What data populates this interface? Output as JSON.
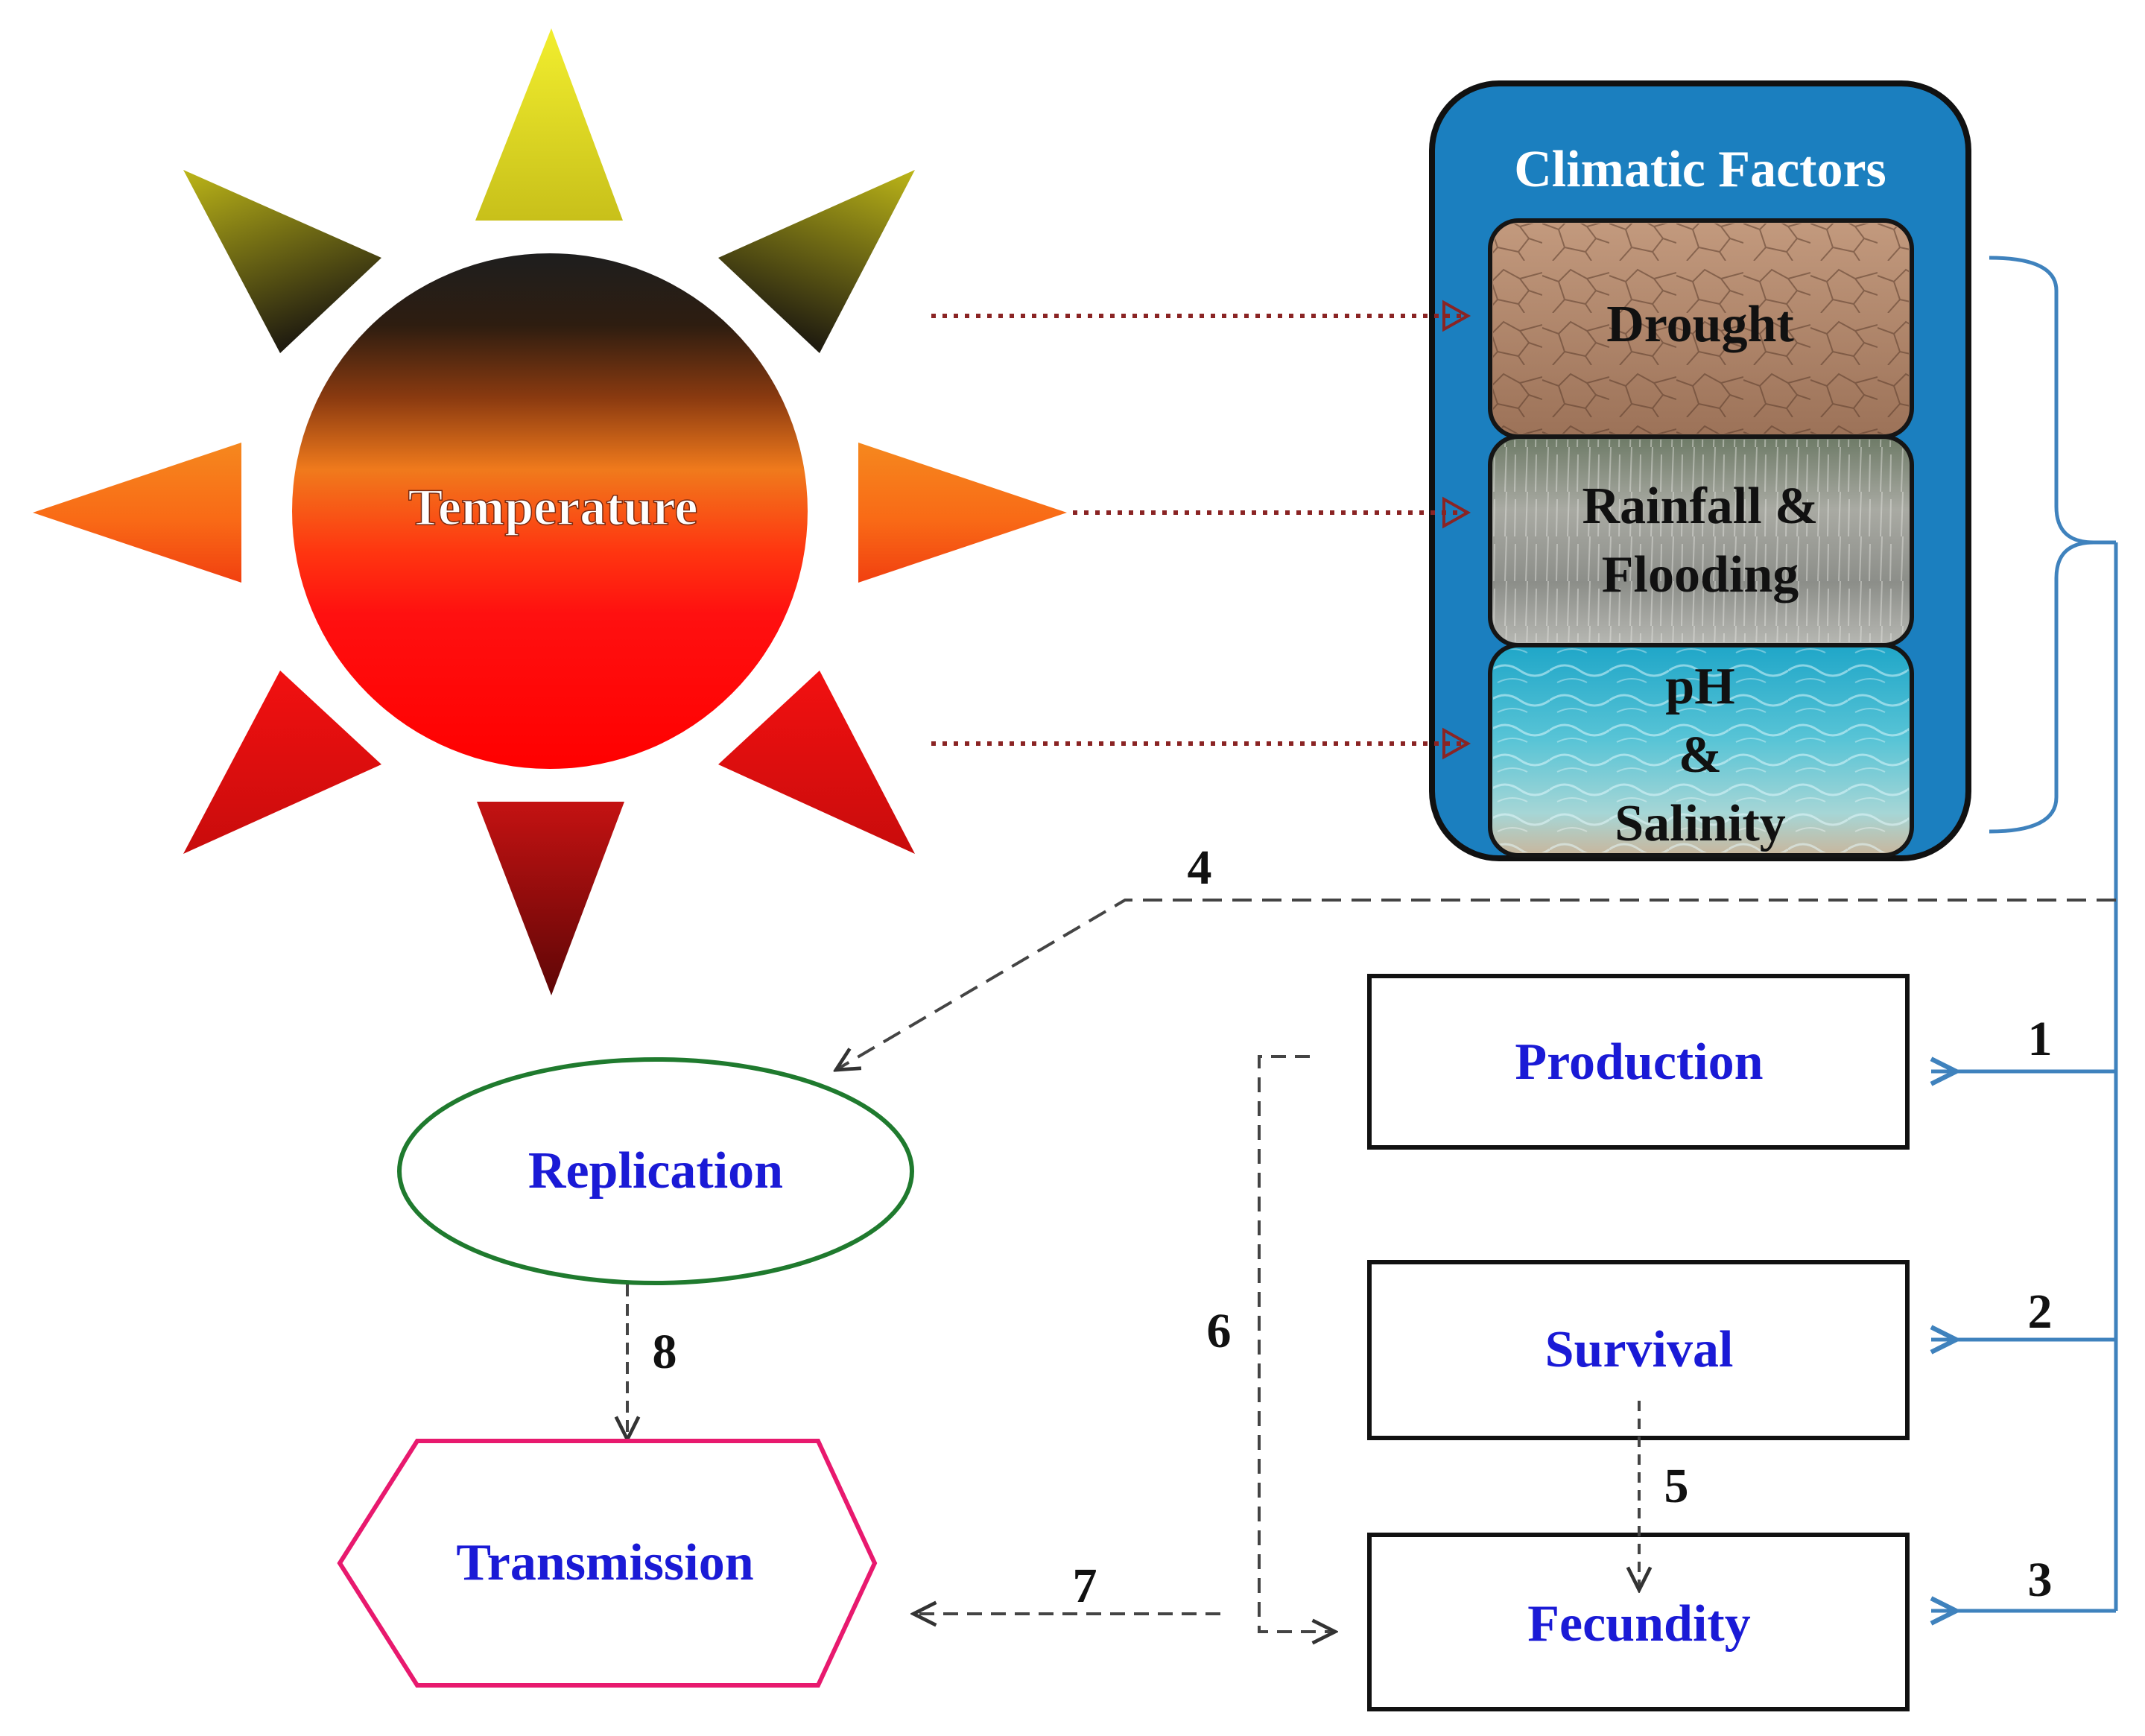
{
  "sun": {
    "label": "Temperature"
  },
  "climatic_factors": {
    "title": "Climatic Factors",
    "drought": "Drought",
    "rainfall_line1": "Rainfall &",
    "rainfall_line2": "Flooding",
    "ph_line1": "pH",
    "ph_line2": "&",
    "ph_line3": "Salinity"
  },
  "nodes": {
    "production": "Production",
    "survival": "Survival",
    "fecundity": "Fecundity",
    "replication": "Replication",
    "transmission": "Transmission"
  },
  "edge_labels": {
    "e1": "1",
    "e2": "2",
    "e3": "3",
    "e4": "4",
    "e5": "5",
    "e6": "6",
    "e7": "7",
    "e8": "8"
  },
  "colors": {
    "panel_blue": "#1b7fbf",
    "node_text_blue": "#1a1ad6",
    "replication_border": "#1f7a2e",
    "transmission_border": "#e8196e",
    "dotted_arrow": "#8a2424",
    "bracket_line": "#3f82bd"
  }
}
